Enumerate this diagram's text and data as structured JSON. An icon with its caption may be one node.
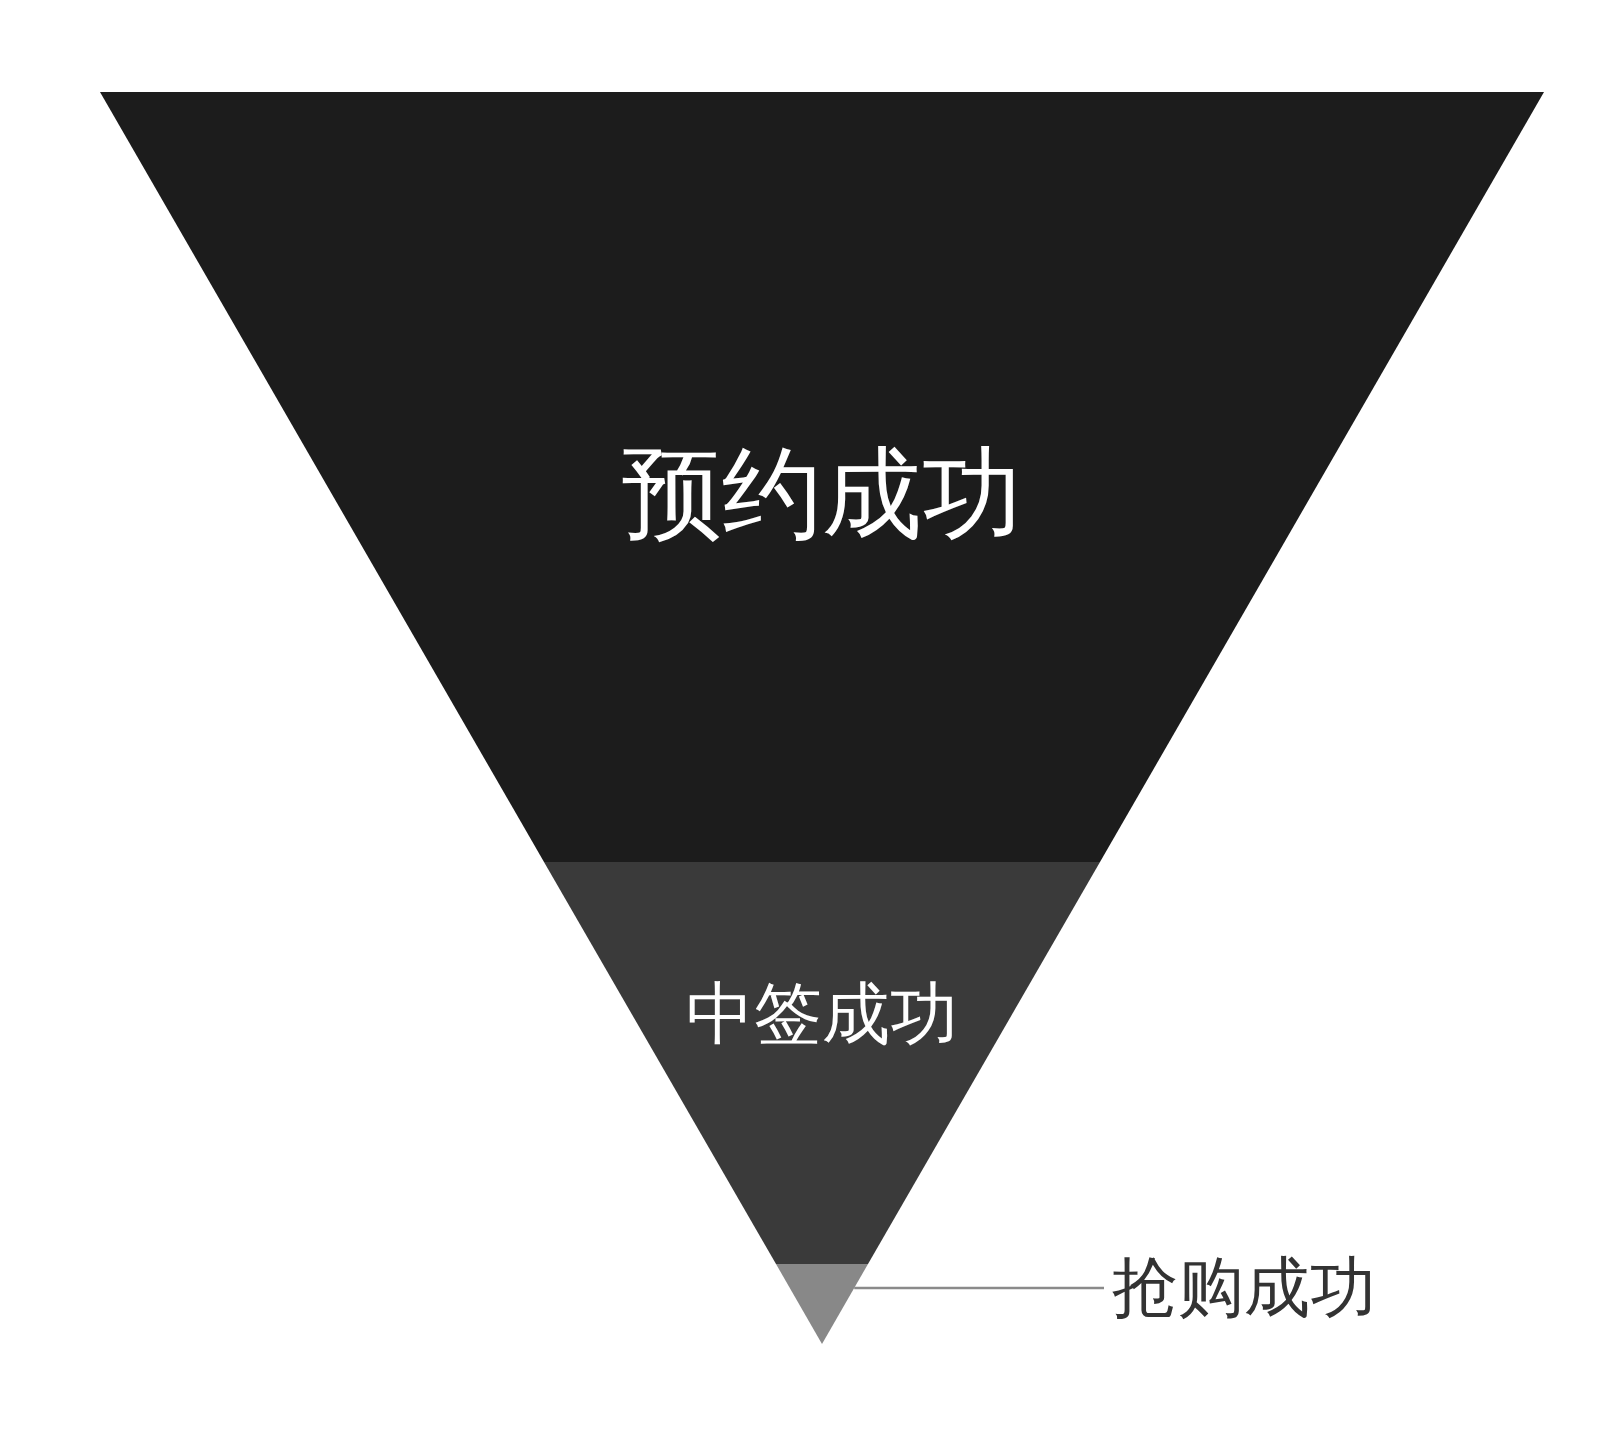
{
  "diagram": {
    "nodes": [
      {
        "text": [
          "预约成功"
        ]
      },
      {
        "text": [
          "中签成功"
        ]
      },
      {
        "text": [],
        "shape": "triangle"
      },
      {
        "text": [
          "抢购成功"
        ]
      }
    ],
    "edges": [
      {
        "from": 3,
        "to": 2,
        "arrow": "none"
      }
    ]
  }
}
